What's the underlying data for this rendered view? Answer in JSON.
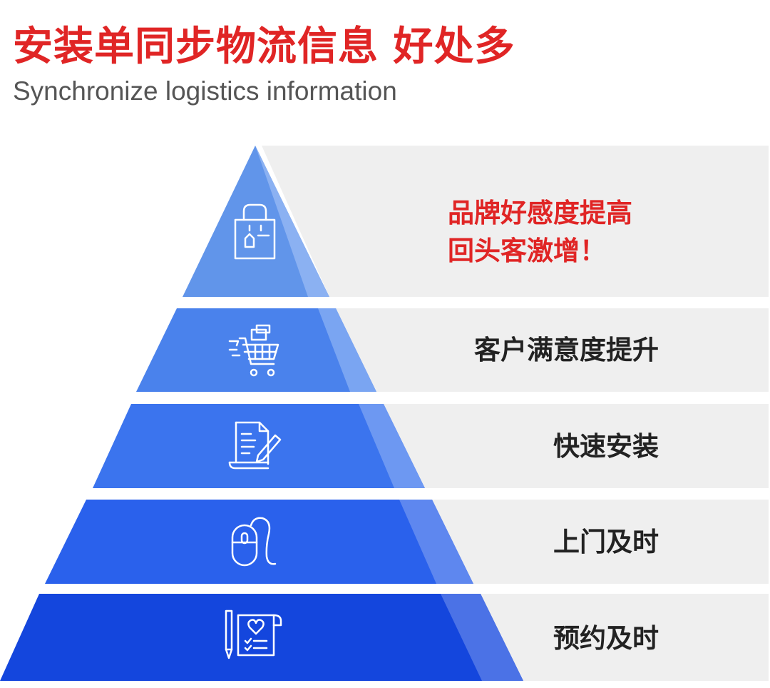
{
  "header": {
    "title": "安装单同步物流信息 好处多",
    "subtitle": "Synchronize logistics information"
  },
  "pyramid": {
    "levels": [
      {
        "line1": "品牌好感度提高",
        "line2": "回头客激增！",
        "icon": "shopping-bag-icon"
      },
      {
        "label": "客户满意度提升",
        "icon": "shopping-cart-icon"
      },
      {
        "label": "快速安装",
        "icon": "document-edit-icon"
      },
      {
        "label": "上门及时",
        "icon": "computer-mouse-icon"
      },
      {
        "label": "预约及时",
        "icon": "checklist-heart-icon"
      }
    ]
  },
  "colors": {
    "title": "#e02525",
    "highlight_text": "#e02525",
    "level_text": "#222222",
    "band_background": "#efefef",
    "pyramid_levels": [
      "#6195ea",
      "#4a82ec",
      "#3b74ee",
      "#2a61ec",
      "#1446dd"
    ]
  }
}
